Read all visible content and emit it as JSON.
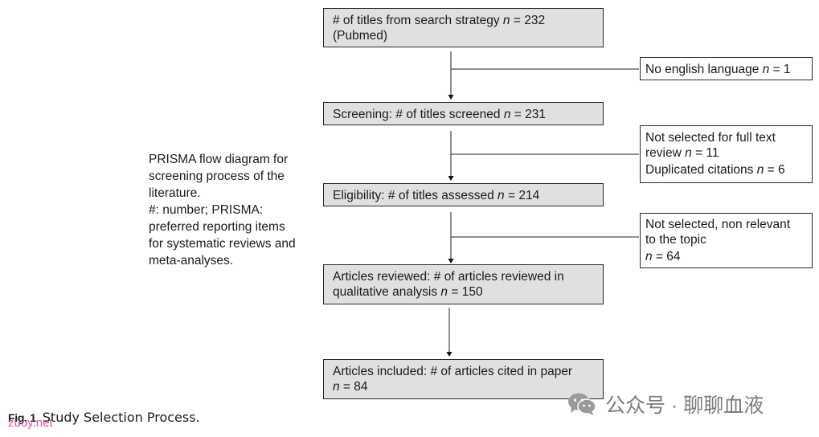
{
  "boxes": [
    {
      "lines": [
        {
          "text": "# of titles from search strategy ",
          "n": "n",
          "val": " = 232"
        },
        {
          "text": "(Pubmed)",
          "n": "",
          "val": ""
        }
      ]
    },
    {
      "lines": [
        {
          "text": "Screening: # of titles screened ",
          "n": "n",
          "val": " = 231"
        }
      ]
    },
    {
      "lines": [
        {
          "text": "Eligibility: # of titles assessed  ",
          "n": "n",
          "val": " = 214"
        }
      ]
    },
    {
      "lines": [
        {
          "text": "Articles reviewed:  # of articles reviewed in",
          "n": "",
          "val": ""
        },
        {
          "text": "qualitative analysis ",
          "n": "n",
          "val": " = 150"
        }
      ]
    },
    {
      "lines": [
        {
          "text": "Articles included: # of articles cited in paper",
          "n": "",
          "val": ""
        },
        {
          "text": "",
          "n": "n",
          "val": " = 84"
        }
      ]
    }
  ],
  "exclusions": [
    {
      "lines": [
        {
          "text": "No english language ",
          "n": "n",
          "val": " = 1"
        }
      ]
    },
    {
      "lines": [
        {
          "text": "Not selected for full text",
          "n": "",
          "val": ""
        },
        {
          "text": "review ",
          "n": "n",
          "val": " = 11"
        },
        {
          "text": "Duplicated citations ",
          "n": "n",
          "val": " = 6"
        }
      ]
    },
    {
      "lines": [
        {
          "text": "Not selected, non relevant",
          "n": "",
          "val": ""
        },
        {
          "text": "to the topic",
          "n": "",
          "val": ""
        },
        {
          "text": "",
          "n": "n",
          "val": " = 64"
        }
      ]
    }
  ],
  "side_note": {
    "lines": [
      "PRISMA flow diagram for",
      "screening process of the",
      "literature.",
      "#: number; PRISMA:",
      "preferred reporting items",
      "for systematic reviews and",
      "meta-analyses."
    ]
  },
  "caption": {
    "label": "Fig. 1",
    "text": "Study Selection Process."
  },
  "watermark": "zuoy.net",
  "wechat_label": "公众号 · 聊聊血液",
  "icons": [
    "arrow-down-icon",
    "wechat-icon"
  ]
}
